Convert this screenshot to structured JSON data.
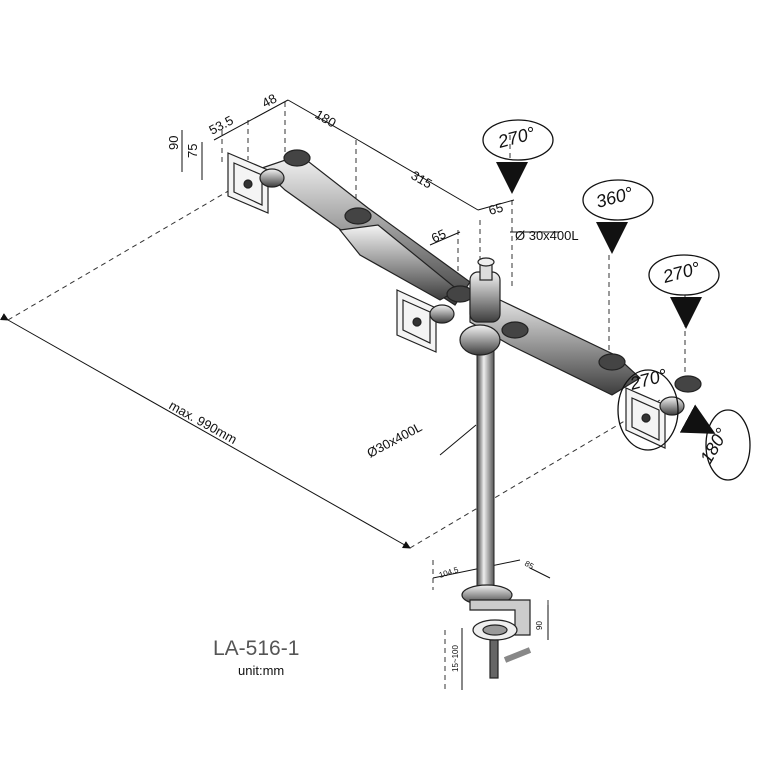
{
  "model": "LA-516-1",
  "unit": "unit:mm",
  "dimensions": {
    "d53_5": "53.5",
    "d48": "48",
    "d180": "180",
    "d315": "315",
    "d65a": "65",
    "d65b": "65",
    "d90": "90",
    "d75": "75",
    "pole_top": "Ø 30x400L",
    "pole_side": "Ø30x400L",
    "max_span": "max. 990mm",
    "clamp_104": "104.5",
    "clamp_85": "85",
    "clamp_90": "90",
    "clamp_range": "15~100"
  },
  "rotations": {
    "r1": "270°",
    "r2": "360°",
    "r3": "270°",
    "r4": "270°",
    "r5": "180°"
  }
}
